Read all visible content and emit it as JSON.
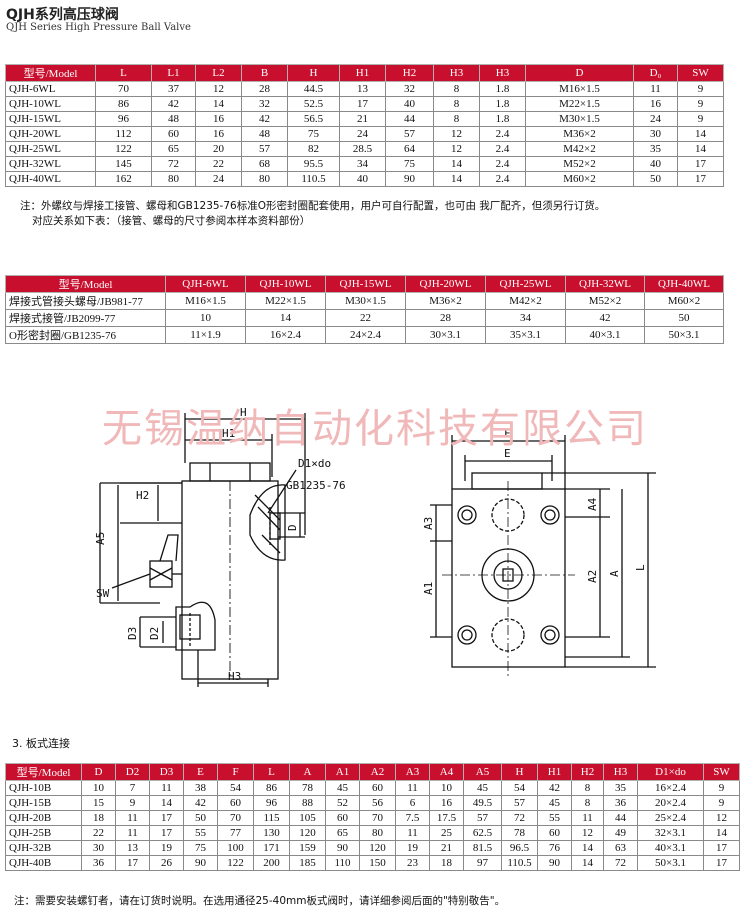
{
  "header": {
    "title": "QJH系列高压球阀",
    "subtitle": "QJH Series High Pressure Ball Valve"
  },
  "table1": {
    "headers": [
      "型号/Model",
      "L",
      "L1",
      "L2",
      "B",
      "H",
      "H1",
      "H2",
      "H3",
      "H3",
      "D",
      "D₀",
      "SW"
    ],
    "rows": [
      [
        "QJH-6WL",
        "70",
        "37",
        "12",
        "28",
        "44.5",
        "13",
        "32",
        "8",
        "1.8",
        "M16×1.5",
        "11",
        "9"
      ],
      [
        "QJH-10WL",
        "86",
        "42",
        "14",
        "32",
        "52.5",
        "17",
        "40",
        "8",
        "1.8",
        "M22×1.5",
        "16",
        "9"
      ],
      [
        "QJH-15WL",
        "96",
        "48",
        "16",
        "42",
        "56.5",
        "21",
        "44",
        "8",
        "1.8",
        "M30×1.5",
        "24",
        "9"
      ],
      [
        "QJH-20WL",
        "112",
        "60",
        "16",
        "48",
        "75",
        "24",
        "57",
        "12",
        "2.4",
        "M36×2",
        "30",
        "14"
      ],
      [
        "QJH-25WL",
        "122",
        "65",
        "20",
        "57",
        "82",
        "28.5",
        "64",
        "12",
        "2.4",
        "M42×2",
        "35",
        "14"
      ],
      [
        "QJH-32WL",
        "145",
        "72",
        "22",
        "68",
        "95.5",
        "34",
        "75",
        "14",
        "2.4",
        "M52×2",
        "40",
        "17"
      ],
      [
        "QJH-40WL",
        "162",
        "80",
        "24",
        "80",
        "110.5",
        "40",
        "90",
        "14",
        "2.4",
        "M60×2",
        "50",
        "17"
      ]
    ]
  },
  "notes1": {
    "line1": "注：外螺纹与焊接工接管、螺母和GB1235-76标准O形密封圈配套使用，用户可自行配置，也可由 我厂配齐，但须另行订货。",
    "line2": "对应关系如下表：（接管、螺母的尺寸参阅本样本资料部份）"
  },
  "table2": {
    "headers": [
      "型号/Model",
      "QJH-6WL",
      "QJH-10WL",
      "QJH-15WL",
      "QJH-20WL",
      "QJH-25WL",
      "QJH-32WL",
      "QJH-40WL"
    ],
    "rows": [
      [
        "焊接式管接头螺母/JB981-77",
        "M16×1.5",
        "M22×1.5",
        "M30×1.5",
        "M36×2",
        "M42×2",
        "M52×2",
        "M60×2"
      ],
      [
        "焊接式接管/JB2099-77",
        "10",
        "14",
        "22",
        "28",
        "34",
        "42",
        "50"
      ],
      [
        "O形密封圈/GB1235-76",
        "11×1.9",
        "16×2.4",
        "24×2.4",
        "30×3.1",
        "35×3.1",
        "40×3.1",
        "50×3.1"
      ]
    ]
  },
  "watermark": "无锡温纳自动化科技有限公司",
  "drawing": {
    "left_labels": {
      "H": "H",
      "H1": "H1",
      "H2": "H2",
      "A5": "A5",
      "SW": "SW",
      "D3": "D3",
      "D2": "D2",
      "H3": "H3",
      "D": "D",
      "D1xdo": "D1×do",
      "gb": "GB1235-76"
    },
    "right_labels": {
      "F": "F",
      "E": "E",
      "A4": "A4",
      "A3": "A3",
      "A2": "A2",
      "A1": "A1",
      "A": "A",
      "L": "L"
    }
  },
  "section3": {
    "title": "3. 板式连接"
  },
  "table3": {
    "headers": [
      "型号/Model",
      "D",
      "D2",
      "D3",
      "E",
      "F",
      "L",
      "A",
      "A1",
      "A2",
      "A3",
      "A4",
      "A5",
      "H",
      "H1",
      "H2",
      "H3",
      "D1×do",
      "SW"
    ],
    "rows": [
      [
        "QJH-10B",
        "10",
        "7",
        "11",
        "38",
        "54",
        "86",
        "78",
        "45",
        "60",
        "11",
        "10",
        "45",
        "54",
        "42",
        "8",
        "35",
        "16×2.4",
        "9"
      ],
      [
        "QJH-15B",
        "15",
        "9",
        "14",
        "42",
        "60",
        "96",
        "88",
        "52",
        "56",
        "6",
        "16",
        "49.5",
        "57",
        "45",
        "8",
        "36",
        "20×2.4",
        "9"
      ],
      [
        "QJH-20B",
        "18",
        "11",
        "17",
        "50",
        "70",
        "115",
        "105",
        "60",
        "70",
        "7.5",
        "17.5",
        "57",
        "72",
        "55",
        "11",
        "44",
        "25×2.4",
        "12"
      ],
      [
        "QJH-25B",
        "22",
        "11",
        "17",
        "55",
        "77",
        "130",
        "120",
        "65",
        "80",
        "11",
        "25",
        "62.5",
        "78",
        "60",
        "12",
        "49",
        "32×3.1",
        "14"
      ],
      [
        "QJH-32B",
        "30",
        "13",
        "19",
        "75",
        "100",
        "171",
        "159",
        "90",
        "120",
        "19",
        "21",
        "81.5",
        "96.5",
        "76",
        "14",
        "63",
        "40×3.1",
        "17"
      ],
      [
        "QJH-40B",
        "36",
        "17",
        "26",
        "90",
        "122",
        "200",
        "185",
        "110",
        "150",
        "23",
        "18",
        "97",
        "110.5",
        "90",
        "14",
        "72",
        "50×3.1",
        "17"
      ]
    ]
  },
  "notes3": {
    "line1": "注：需要安装螺钉者，请在订货时说明。在选用通径25-40mm板式阀时，请详细参阅后面的\"特别敬告\"。"
  }
}
